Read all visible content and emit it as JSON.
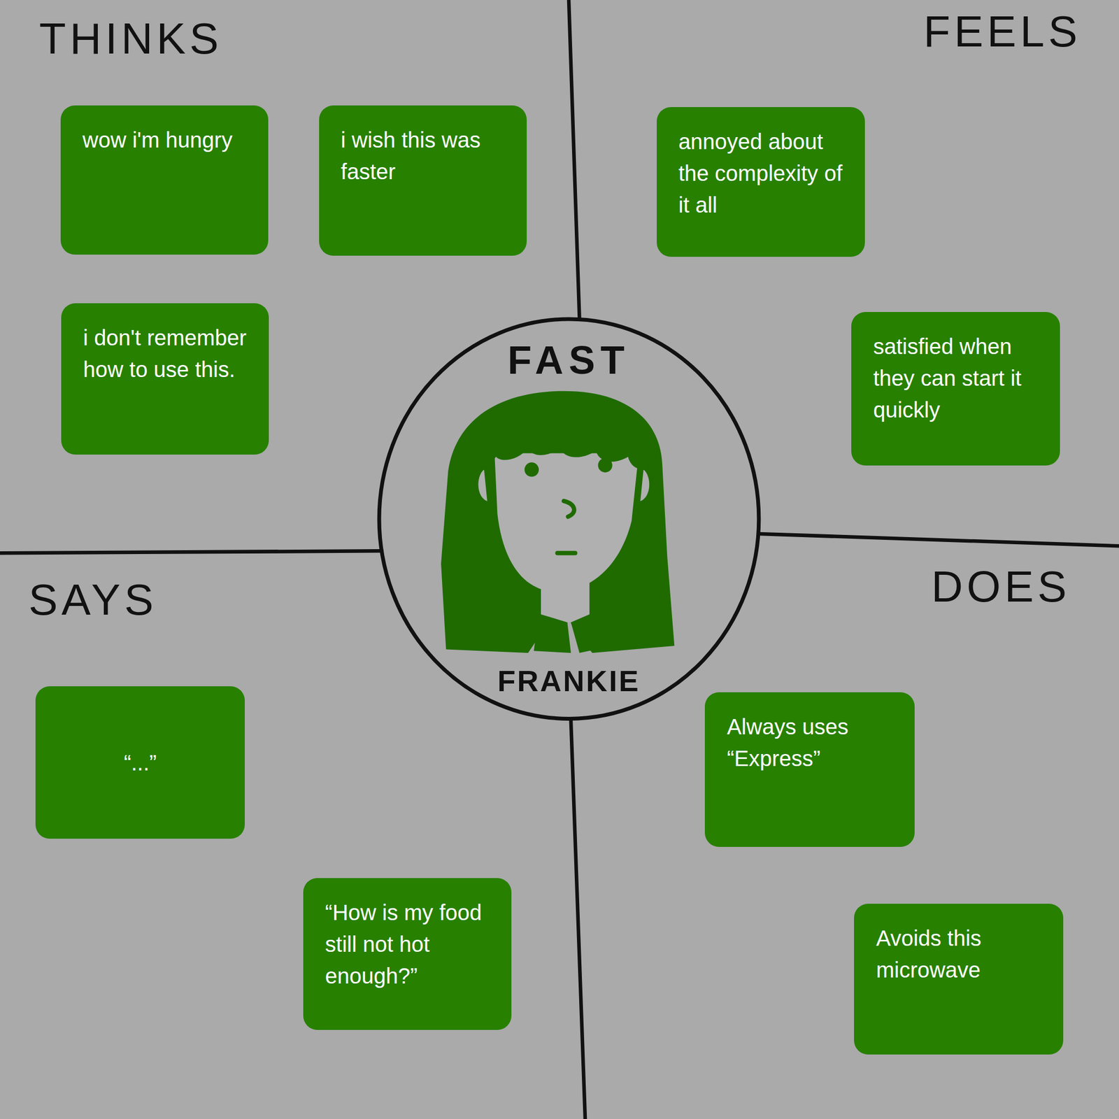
{
  "diagram": {
    "nodes": [
      {
        "text": [
          "wow i'm hungry"
        ]
      },
      {
        "text": [
          "i wish this was faster"
        ]
      },
      {
        "text": [
          "i don't remember how to use this."
        ]
      },
      {
        "text": [
          "annoyed about the complexity of it all"
        ]
      },
      {
        "text": [
          "satisfied when they can start it quickly"
        ]
      },
      {
        "text": [
          "FAST",
          "FRANKIE"
        ]
      },
      {
        "text": [
          "“...”"
        ]
      },
      {
        "text": [
          "“How is my food still not hot enough?”"
        ]
      },
      {
        "text": [
          "Always uses “Express”"
        ]
      },
      {
        "text": [
          "Avoids this microwave"
        ]
      }
    ],
    "labels": [
      "THINKS",
      "FEELS",
      "SAYS",
      "DOES"
    ]
  }
}
